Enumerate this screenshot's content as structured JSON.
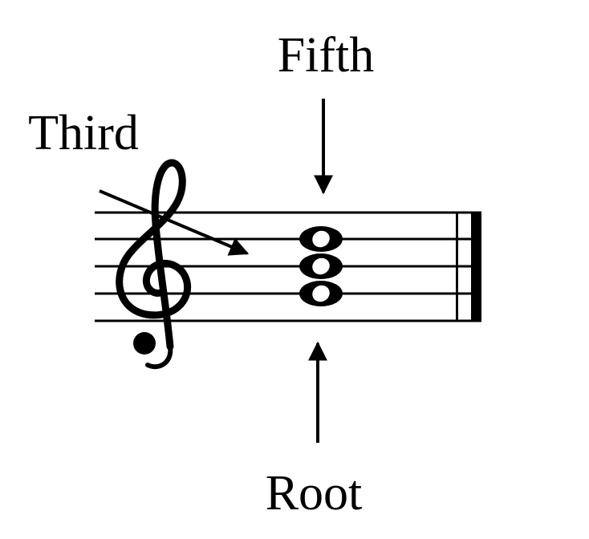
{
  "labels": {
    "fifth": "Fifth",
    "third": "Third",
    "root": "Root"
  },
  "colors": {
    "ink": "#000000",
    "background": "#ffffff"
  },
  "elements": {
    "clef": "treble-clef-icon",
    "barline": "final-barline"
  }
}
